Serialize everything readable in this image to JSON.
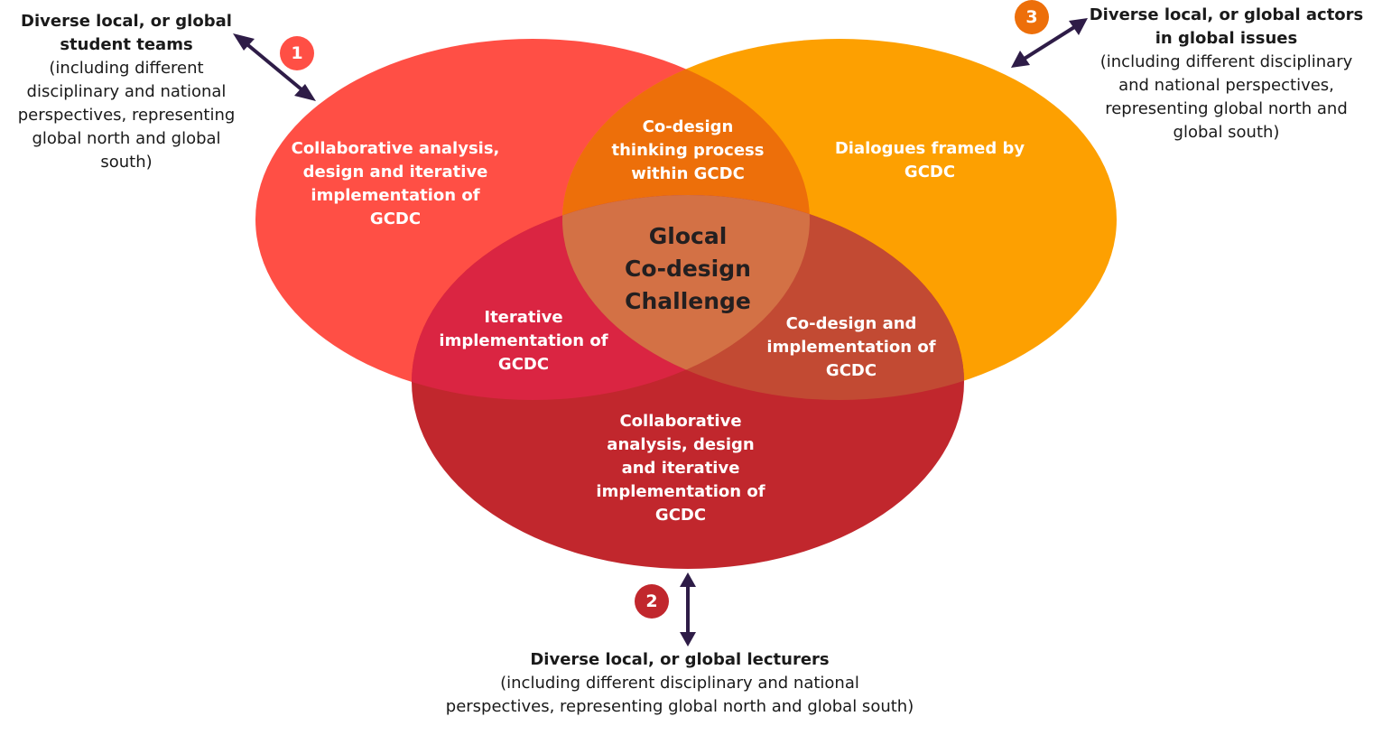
{
  "colors": {
    "circle_1": "#ff4f45",
    "circle_2": "#c1272d",
    "circle_3": "#fda001",
    "overlap_1_3": "#ed6f0a",
    "overlap_1_2": "#da2542",
    "overlap_2_3": "#c24a33",
    "overlap_all": "#d37145",
    "arrow": "#2e1c47"
  },
  "center": [
    "Glocal",
    "Co-design",
    "Challenge"
  ],
  "regions": {
    "circle_1_only": [
      "Collaborative analysis,",
      "design and iterative",
      "implementation of",
      "GCDC"
    ],
    "circle_3_only": [
      "Dialogues framed by",
      "GCDC"
    ],
    "circle_2_only": [
      "Collaborative",
      "analysis, design",
      "and iterative",
      "implementation of",
      "GCDC"
    ],
    "overlap_1_3": [
      "Co-design",
      "thinking process",
      "within GCDC"
    ],
    "overlap_1_2": [
      "Iterative",
      "implementation of",
      "GCDC"
    ],
    "overlap_2_3": [
      "Co-design and",
      "implementation of",
      "GCDC"
    ]
  },
  "stakeholders": {
    "s1": {
      "badge": "1",
      "heading": [
        "Diverse local, or global",
        "student teams"
      ],
      "detail": [
        "(including different",
        "disciplinary and national",
        "perspectives, representing",
        "global north and global",
        "south)"
      ]
    },
    "s2": {
      "badge": "2",
      "heading": [
        "Diverse local, or global lecturers"
      ],
      "detail": [
        "(including different disciplinary and national",
        "perspectives, representing global north and global south)"
      ]
    },
    "s3": {
      "badge": "3",
      "heading": [
        "Diverse local, or global actors",
        "in global issues"
      ],
      "detail": [
        "(including different disciplinary",
        "and national perspectives,",
        "representing global north and",
        "global south)"
      ]
    }
  }
}
